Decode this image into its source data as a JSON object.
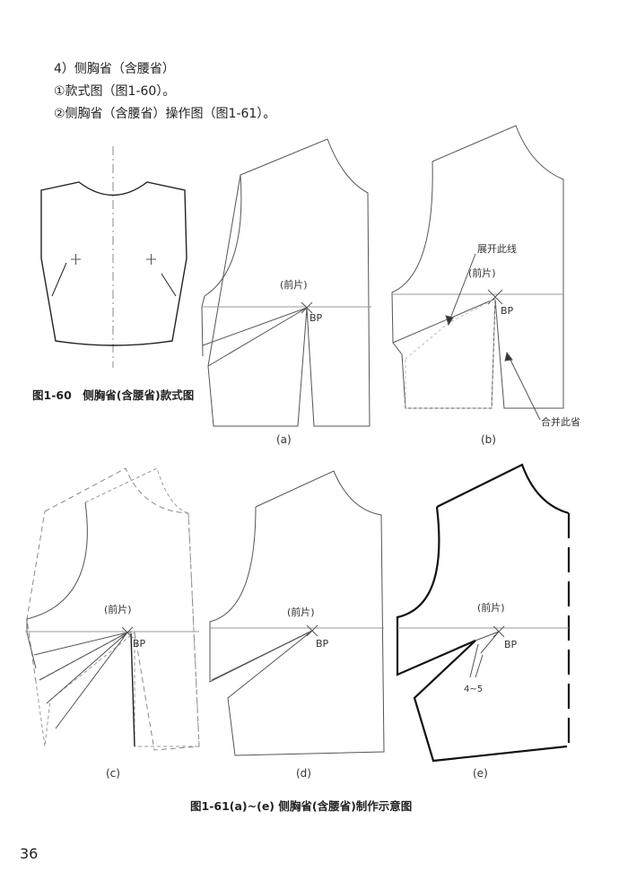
{
  "text": {
    "line1": "4）侧胸省（含腰省）",
    "line2": "①款式图（图1-60）。",
    "line3": "②侧胸省（含腰省）操作图（图1-61）。",
    "fig60_caption": "图1-60　侧胸省(含腰省)款式图",
    "fig61_caption": "图1-61(a)~(e) 侧胸省(含腰省)制作示意图",
    "page_number": "36"
  },
  "labels": {
    "front_piece": "(前片)",
    "bp": "BP",
    "open_line": "展开此线",
    "close_dart": "合并此省",
    "dart_size": "4~5"
  },
  "panels": [
    "(a)",
    "(b)",
    "(c)",
    "(d)",
    "(e)"
  ]
}
